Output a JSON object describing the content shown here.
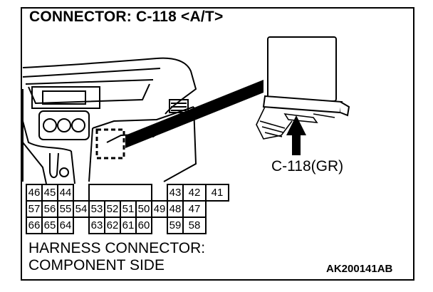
{
  "title": "CONNECTOR: C-118 <A/T>",
  "connector_label": "C-118(GR)",
  "caption_line1": "HARNESS CONNECTOR:",
  "caption_line2": "COMPONENT SIDE",
  "figure_code": "AK200141AB",
  "pins": {
    "row1": [
      "46",
      "45",
      "44",
      "43",
      "42",
      "41"
    ],
    "row2": [
      "57",
      "56",
      "55",
      "54",
      "53",
      "52",
      "51",
      "50",
      "49",
      "48",
      "47"
    ],
    "row3": [
      "66",
      "65",
      "64",
      "63",
      "62",
      "61",
      "60",
      "59",
      "58"
    ]
  }
}
